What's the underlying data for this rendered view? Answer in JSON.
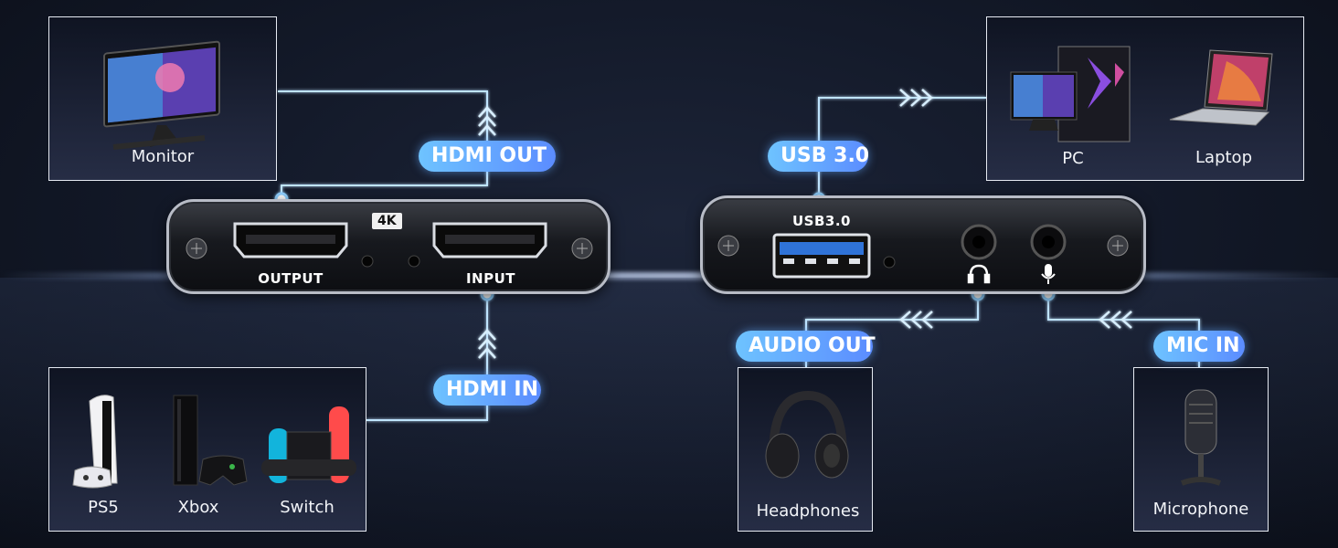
{
  "nodes": {
    "monitor": "Monitor",
    "ps5": "PS5",
    "xbox": "Xbox",
    "switch": "Switch",
    "pc": "PC",
    "laptop": "Laptop",
    "headphones": "Headphones",
    "microphone": "Microphone"
  },
  "connections": {
    "hdmi_out": "HDMI OUT",
    "hdmi_in": "HDMI IN",
    "usb": "USB 3.0",
    "audio_out": "AUDIO OUT",
    "mic_in": "MIC IN"
  },
  "device_left": {
    "badge": "4K",
    "port_output": "OUTPUT",
    "port_input": "INPUT"
  },
  "device_right": {
    "port_usb": "USB3.0"
  },
  "colors": {
    "pill_start": "#6ec3ff",
    "pill_end": "#5b8cff",
    "line": "#bfe4ff",
    "usb_blue": "#2f73d8"
  }
}
